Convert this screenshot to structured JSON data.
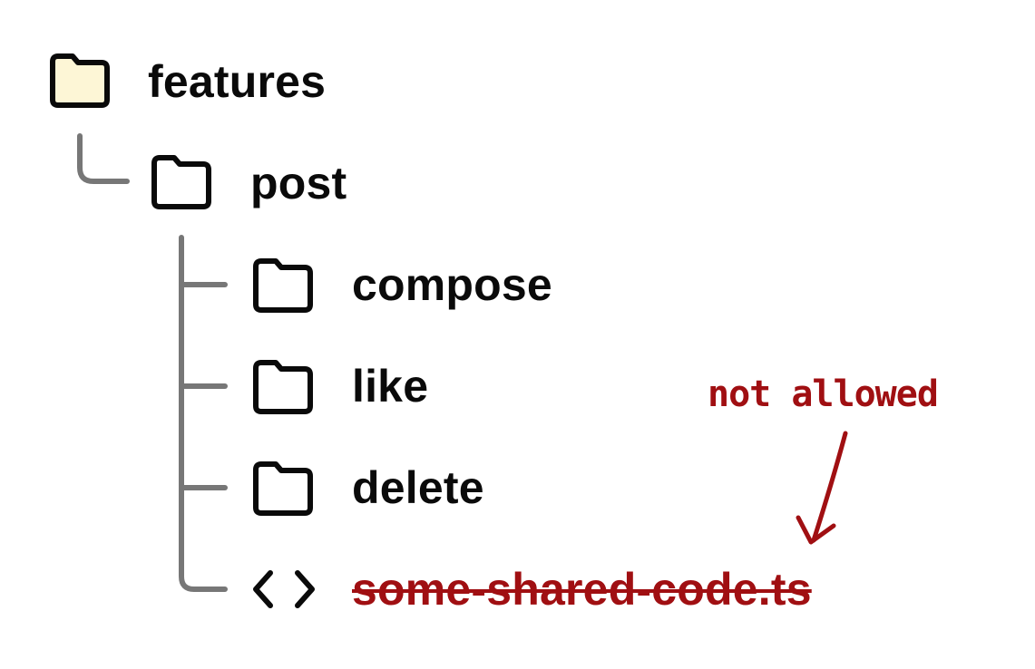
{
  "tree": {
    "root": {
      "label": "features",
      "icon": "folder-filled-icon",
      "color": "#fdf6d6"
    },
    "child": {
      "label": "post",
      "icon": "folder-icon"
    },
    "items": [
      {
        "label": "compose",
        "icon": "folder-icon"
      },
      {
        "label": "like",
        "icon": "folder-icon"
      },
      {
        "label": "delete",
        "icon": "folder-icon"
      },
      {
        "label": "some-shared-code.ts",
        "icon": "code-icon",
        "struck": true
      }
    ]
  },
  "annotation": {
    "text": "not allowed",
    "color": "#a00f12",
    "icon": "arrow-down-icon"
  },
  "colors": {
    "tree_line": "#777777",
    "text": "#0a0a0a",
    "accent": "#a00f12"
  }
}
